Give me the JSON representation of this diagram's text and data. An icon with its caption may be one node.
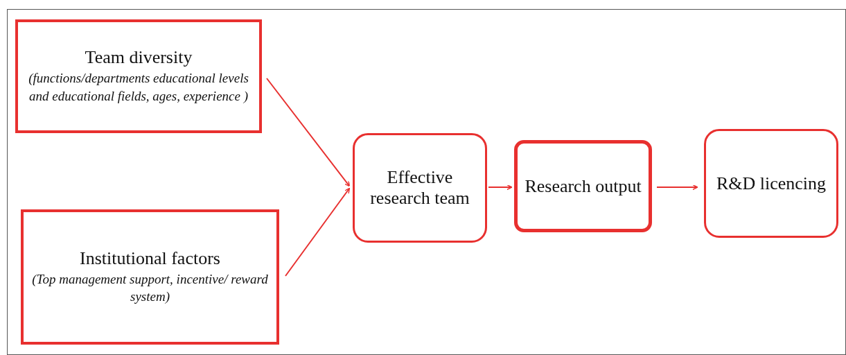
{
  "diagram": {
    "nodes": [
      {
        "text": [
          "Team diversity",
          "(functions/departments educational levels and educational fields, ages, experience )"
        ]
      },
      {
        "text": [
          "Institutional factors",
          "(Top management support, incentive/ reward system)"
        ]
      },
      {
        "text": [
          "Effective research team"
        ]
      },
      {
        "text": [
          "Research output"
        ]
      },
      {
        "text": [
          "R&D licencing"
        ]
      }
    ],
    "edges": [
      {
        "from": 0,
        "to": 2,
        "arrow": "to"
      },
      {
        "from": 1,
        "to": 2,
        "arrow": "to"
      },
      {
        "from": 2,
        "to": 3,
        "arrow": "to"
      },
      {
        "from": 3,
        "to": 4,
        "arrow": "to"
      }
    ]
  }
}
